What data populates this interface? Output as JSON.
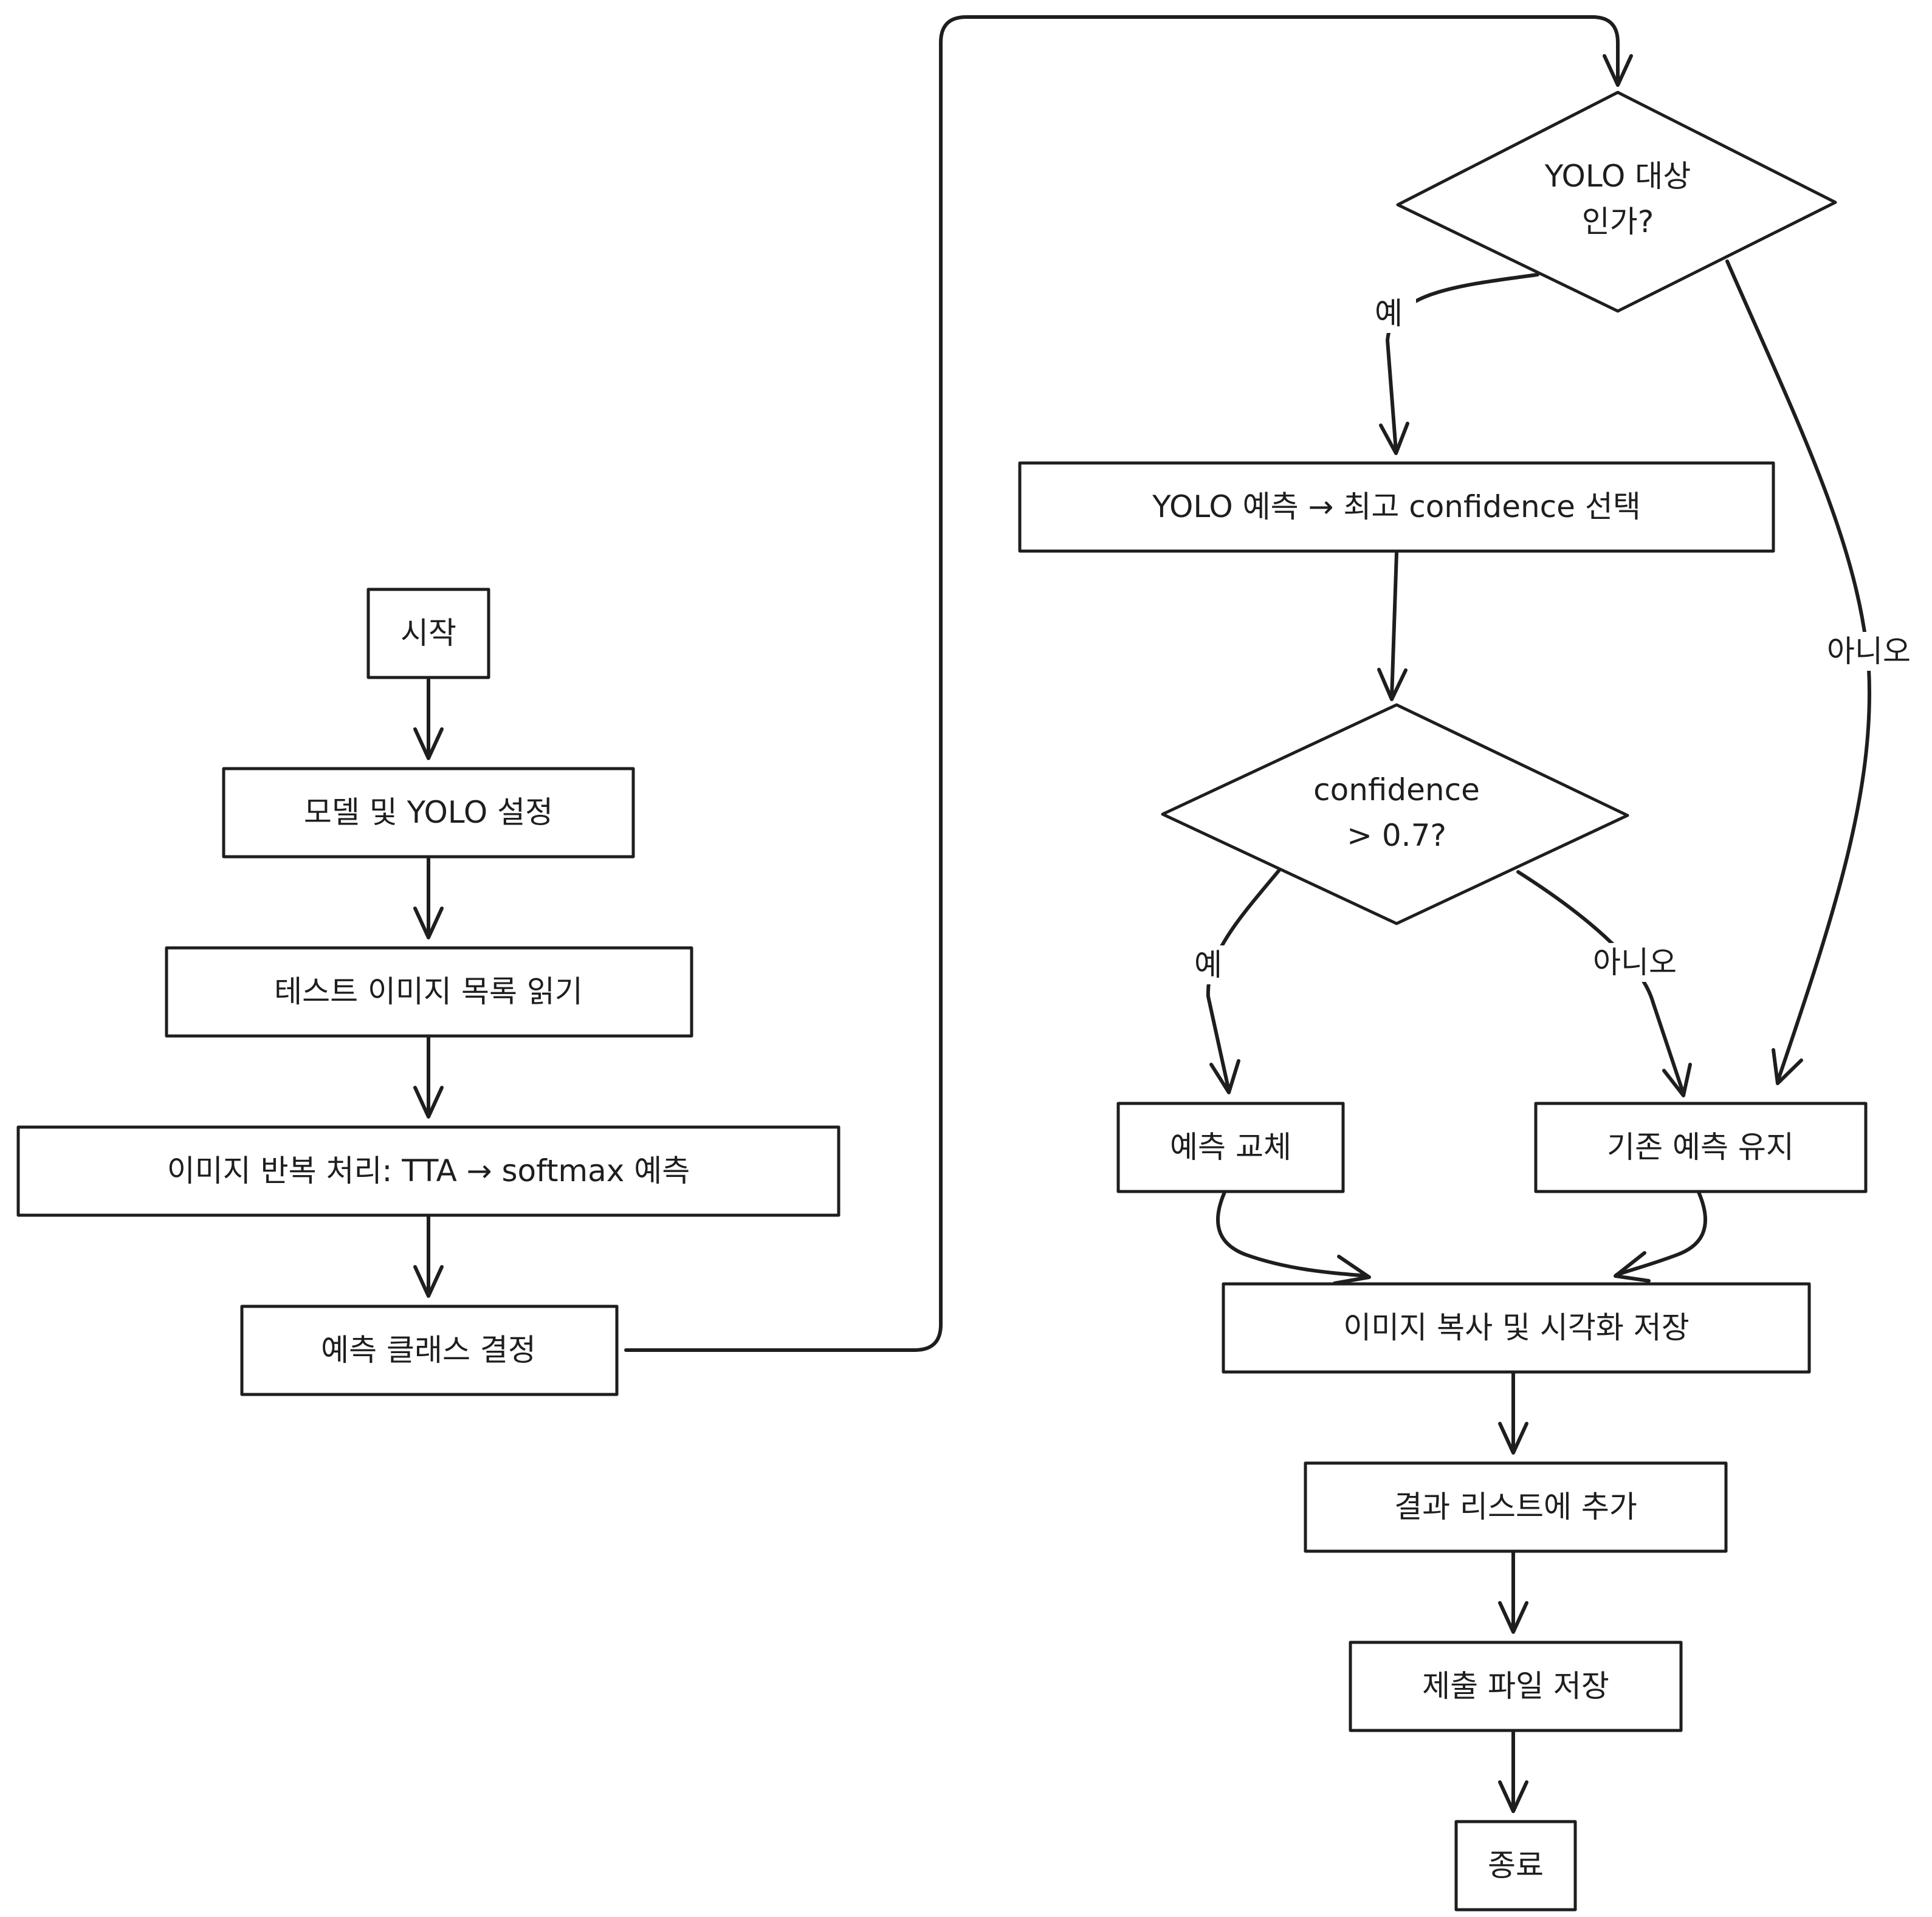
{
  "nodes": {
    "start": "시작",
    "config": "모델 및 YOLO 설정",
    "read_list": "테스트 이미지 목록 읽기",
    "loop": "이미지 반복 처리: TTA → softmax 예측",
    "decide_class": "예측 클래스 결정",
    "is_yolo_target": [
      "YOLO 대상",
      "인가?"
    ],
    "yolo_predict": "YOLO 예측 → 최고 confidence 선택",
    "conf_check": [
      "confidence",
      "> 0.7?"
    ],
    "replace": "예측 교체",
    "keep": "기존 예측 유지",
    "copy_save": "이미지 복사 및 시각화 저장",
    "append": "결과 리스트에 추가",
    "save_submission": "제출 파일 저장",
    "end": "종료"
  },
  "edge_labels": {
    "yolo_yes": "예",
    "yolo_no": "아니오",
    "conf_yes": "예",
    "conf_no": "아니오"
  }
}
